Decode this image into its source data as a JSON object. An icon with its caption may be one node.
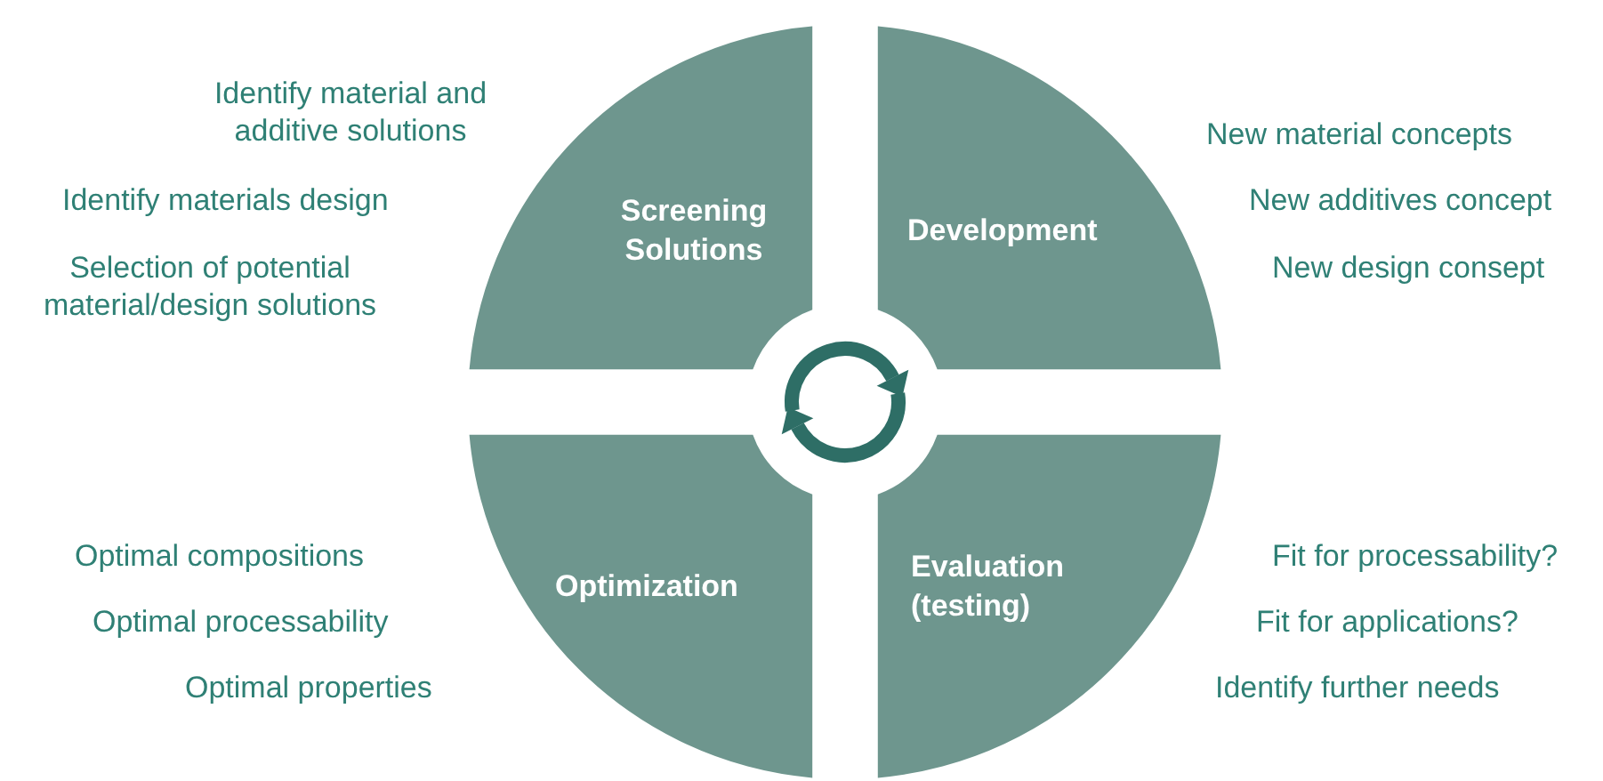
{
  "diagram": {
    "nodes": [
      {
        "text": [
          "Screening Solutions"
        ]
      },
      {
        "text": [
          "Development"
        ]
      },
      {
        "text": [
          "Optimization"
        ]
      },
      {
        "text": [
          "Evaluation (testing)"
        ]
      }
    ],
    "labels": [
      "Identify material and additive solutions",
      "Identify materials design",
      "Selection of potential material/design solutions",
      "New material concepts",
      "New additives concept",
      "New design consept",
      "Optimal compositions",
      "Optimal processability",
      "Optimal properties",
      "Fit for processability?",
      "Fit for applications?",
      "Identify further needs"
    ]
  }
}
